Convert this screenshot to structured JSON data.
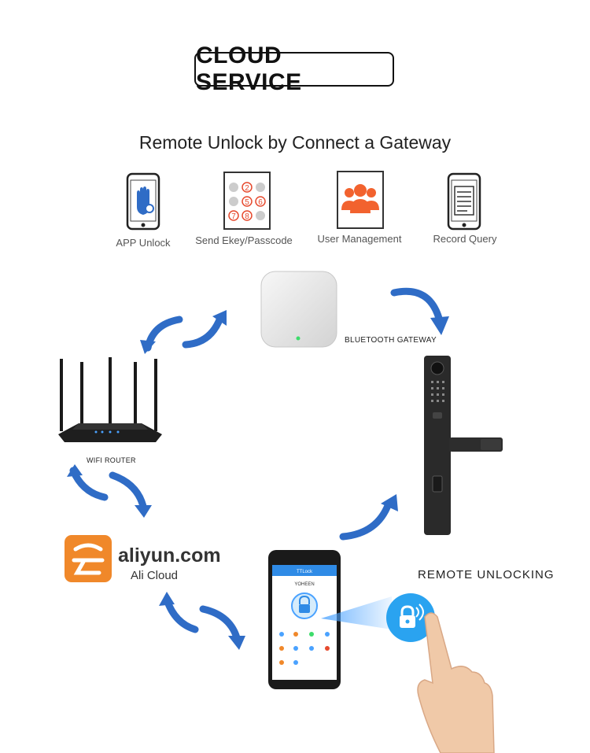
{
  "title": "CLOUD SERVICE",
  "subtitle": "Remote Unlock by Connect a Gateway",
  "features": [
    {
      "label": "APP Unlock",
      "icon": "phone-hand-icon"
    },
    {
      "label": "Send Ekey/Passcode",
      "icon": "keypad-icon"
    },
    {
      "label": "User Management",
      "icon": "users-icon"
    },
    {
      "label": "Record Query",
      "icon": "record-doc-icon"
    }
  ],
  "keypad_digits": [
    "2",
    "5",
    "6",
    "7",
    "8"
  ],
  "gateway_label": "BLUETOOTH GATEWAY",
  "router_label": "WIFI ROUTER",
  "aliyun": {
    "name": "aliyun.com",
    "sub": "Ali Cloud"
  },
  "remote_label": "REMOTE UNLOCKING",
  "phone_app": {
    "title": "TTLock",
    "lock_name": "YOHEEN"
  },
  "colors": {
    "accent_blue": "#2f6cc6",
    "orange": "#f0882a",
    "red": "#e64a2e"
  }
}
